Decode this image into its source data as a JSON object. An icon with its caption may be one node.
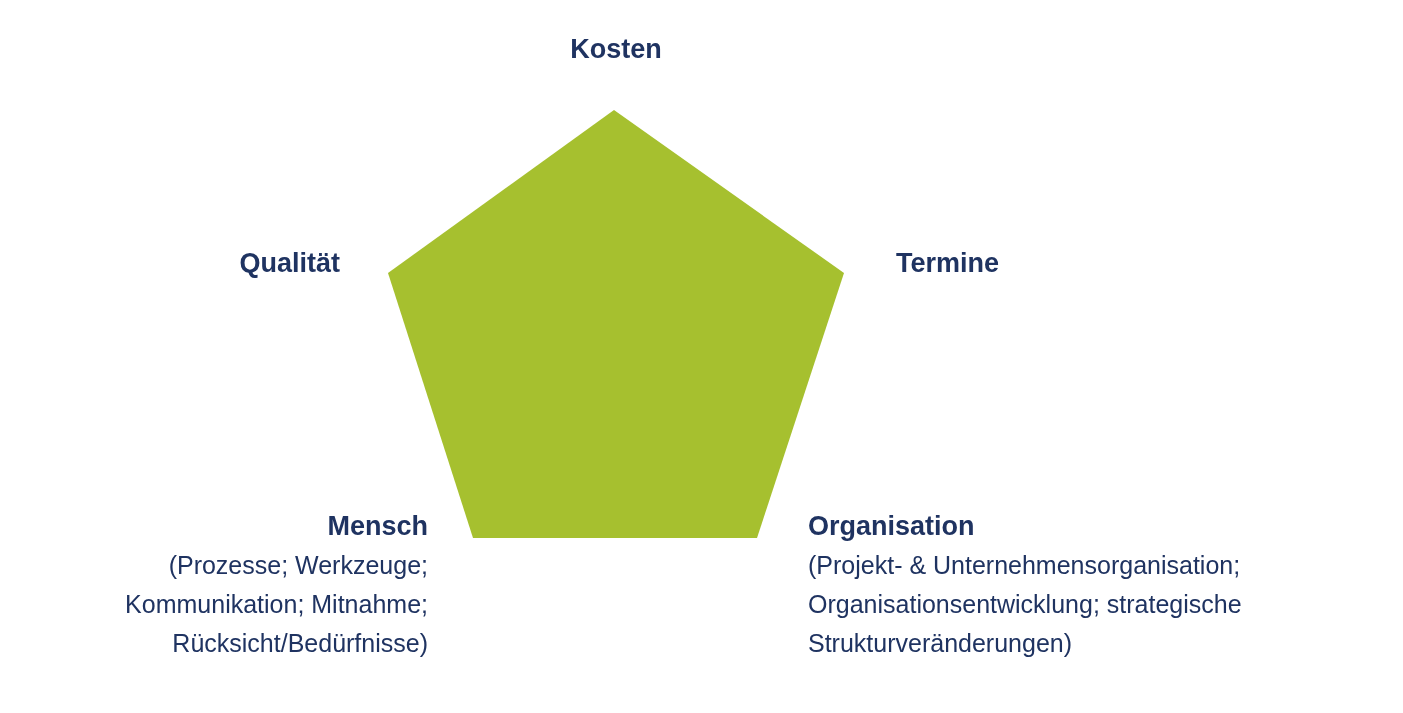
{
  "diagram": {
    "nodes": [
      {
        "text": [],
        "shape": "pentagon"
      }
    ],
    "edges": [],
    "labels": [
      "Kosten",
      "Qualität",
      "Termine",
      "Mensch",
      "(Prozesse; Werkzeuge; Kommunikation; Mitnahme; Rücksicht/Bedürfnisse)",
      "Organisation",
      "(Projekt- & Unternehmensorganisation; Organisationsentwicklung; strategische Strukturveränderungen)"
    ]
  }
}
